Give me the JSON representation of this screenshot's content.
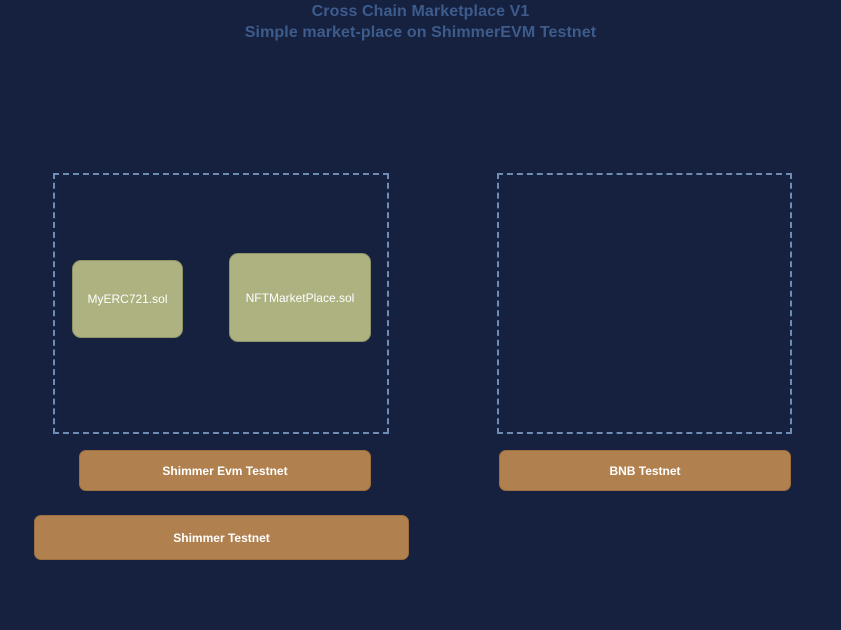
{
  "header": {
    "title": "Cross Chain Marketplace V1",
    "subtitle": "Simple market-place on ShimmerEVM Testnet"
  },
  "colors": {
    "background": "#16203f",
    "title_text": "#3d5c8c",
    "zone_border": "#6f8cb5",
    "contract_fill": "#adb280",
    "contract_text": "#ffffff",
    "chain_fill": "#b1804f",
    "chain_text": "#ffffff"
  },
  "diagram": {
    "type": "deployment-diagram",
    "zones": [
      {
        "id": "shimmer-evm",
        "name": "Shimmer Evm Testnet zone",
        "style": "dashed",
        "contracts": [
          {
            "id": "myerc721",
            "label": "MyERC721.sol"
          },
          {
            "id": "nftmarketplace",
            "label": "NFTMarketPlace.sol"
          }
        ]
      },
      {
        "id": "bnb",
        "name": "BNB Testnet zone",
        "style": "dashed",
        "contracts": []
      }
    ],
    "chains": [
      {
        "id": "shimmer-evm-testnet",
        "label": "Shimmer Evm Testnet"
      },
      {
        "id": "bnb-testnet",
        "label": "BNB Testnet"
      },
      {
        "id": "shimmer-testnet",
        "label": "Shimmer Testnet"
      }
    ]
  }
}
